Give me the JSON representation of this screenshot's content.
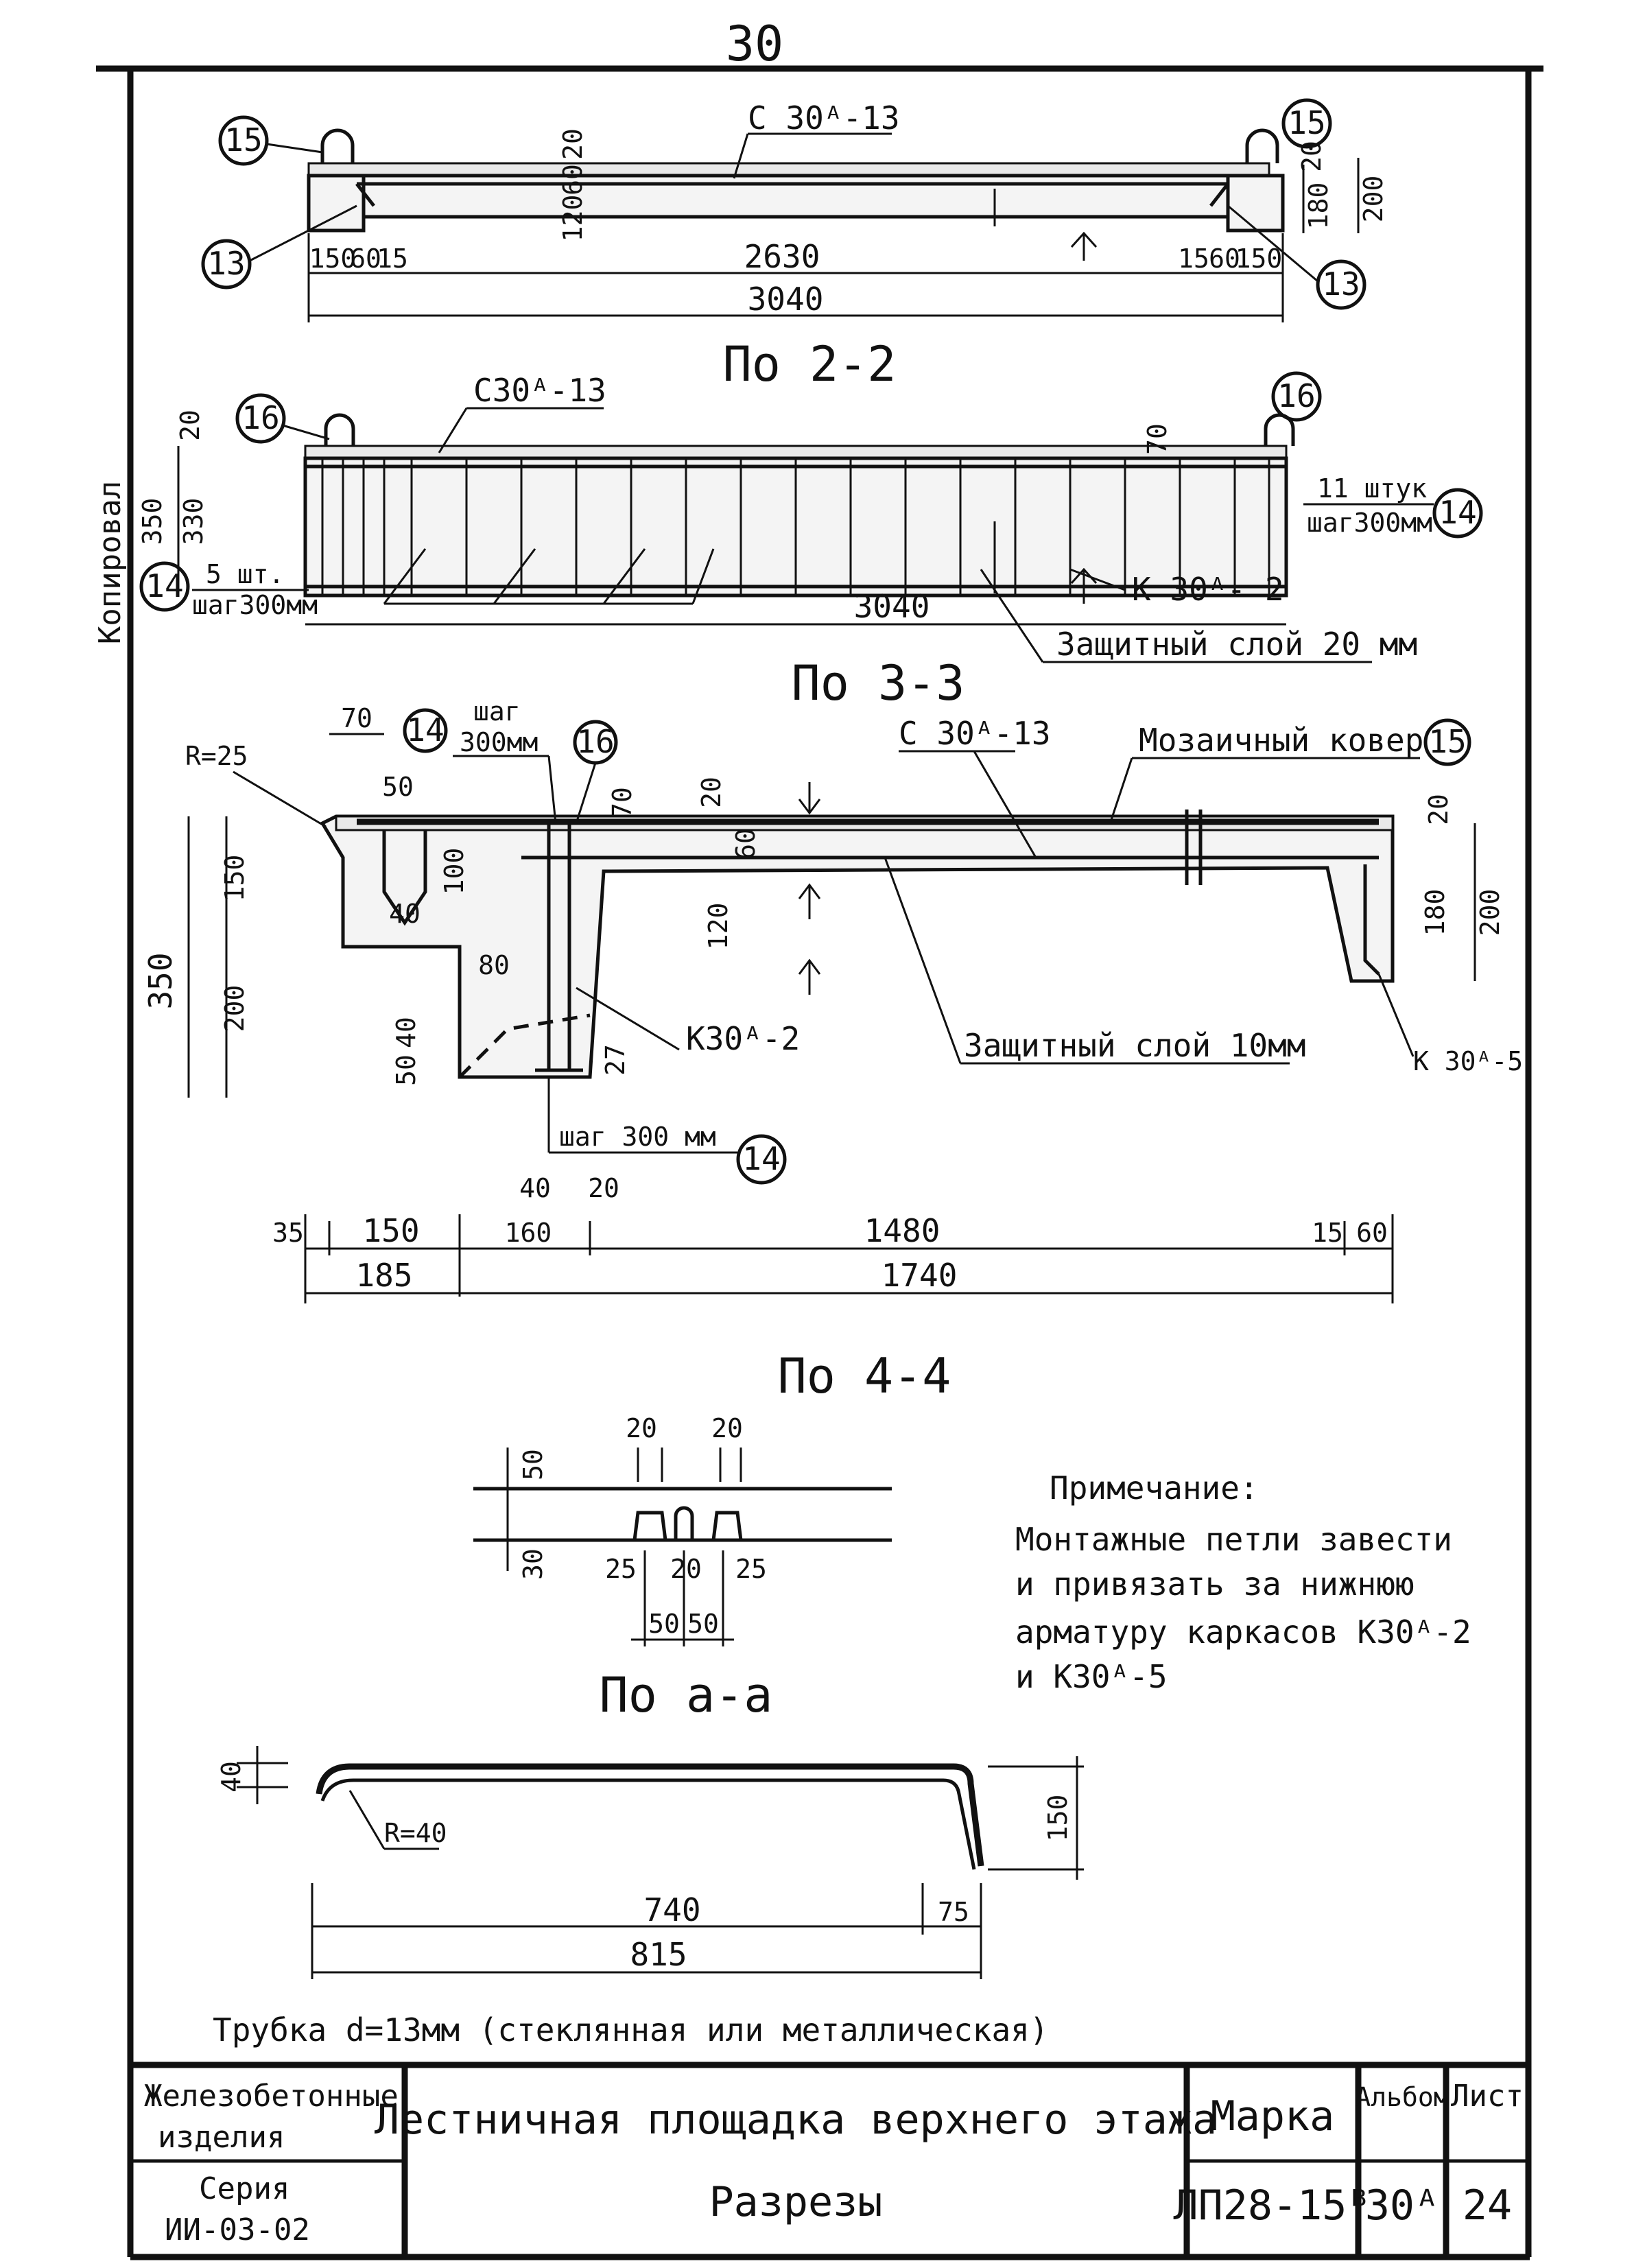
{
  "page_number": "30",
  "drawing_1": {
    "bars": [
      "С 30ᴬ-13"
    ],
    "callouts": [
      "15",
      "15",
      "13",
      "13"
    ],
    "dims_bottom": [
      "150",
      "60",
      "15",
      "2630",
      "15",
      "60",
      "150"
    ],
    "dim_total": "3040",
    "dims_vertical": [
      "20",
      "120",
      "60",
      "180",
      "200",
      "20"
    ]
  },
  "section_2_2": {
    "title": "По 2-2",
    "bar": "С30ᴬ-13",
    "callouts": [
      "16",
      "16",
      "14",
      "14"
    ],
    "frame": "К 30ᴬ- 2",
    "count_right": "11 штук",
    "step_right": "шаг300мм",
    "count_left": "5 шт.",
    "step_left": "шаг300мм",
    "dim_total": "3040",
    "protective_layer": "Защитный слой 20 мм",
    "dims_vertical": [
      "20",
      "350",
      "330",
      "70"
    ]
  },
  "section_3_3": {
    "title": "По 3-3",
    "radius": "R=25",
    "step_label": "шаг",
    "step_value": "300мм",
    "bar": "С 30ᴬ-13",
    "mosaic": "Мозаичный ковер",
    "callouts": [
      "14",
      "16",
      "15",
      "14"
    ],
    "frame_left": "К30ᴬ-2",
    "frame_right": "К 30ᴬ-5",
    "protective_layer": "Защитный слой 10мм",
    "step_bottom": "шаг 300 мм",
    "dims_top": [
      "70",
      "50",
      "40",
      "100",
      "70",
      "20",
      "60",
      "120",
      "80",
      "27",
      "40",
      "20"
    ],
    "dims_vertical": [
      "150",
      "350",
      "200",
      "50",
      "40",
      "20",
      "180",
      "200"
    ],
    "dims_bottom": [
      "35",
      "150",
      "160",
      "1480",
      "15",
      "60"
    ],
    "dims_total": [
      "185",
      "1740"
    ]
  },
  "section_4_4": {
    "title": "По 4-4",
    "dims": [
      "20",
      "20",
      "50",
      "30",
      "25",
      "20",
      "25",
      "50",
      "50"
    ]
  },
  "note": {
    "heading": "Примечание:",
    "lines": [
      "Монтажные петли завести",
      "и привязать за нижнюю",
      "арматуру каркасов К30ᴬ-2",
      "и К30ᴬ-5"
    ]
  },
  "section_a_a": {
    "title": "По а-а",
    "radius": "R=40",
    "dims": [
      "40",
      "150",
      "740",
      "75",
      "815"
    ],
    "tube_caption": "Трубка d=13мм (стеклянная или металлическая)"
  },
  "title_block": {
    "org_line1": "Железобетонные",
    "org_line2": "изделия",
    "series_label": "Серия",
    "series_value": "ИИ-03-02",
    "title_line1": "Лестничная площадка верхнего этажа",
    "title_line2": "Разрезы",
    "marka_label": "Марка",
    "marka_value": "ЛП28-15ᴮ",
    "album_label": "Альбом",
    "album_value": "30ᴬ",
    "sheet_label": "Лист",
    "sheet_value": "24"
  },
  "margin_stamp": "Копировал"
}
